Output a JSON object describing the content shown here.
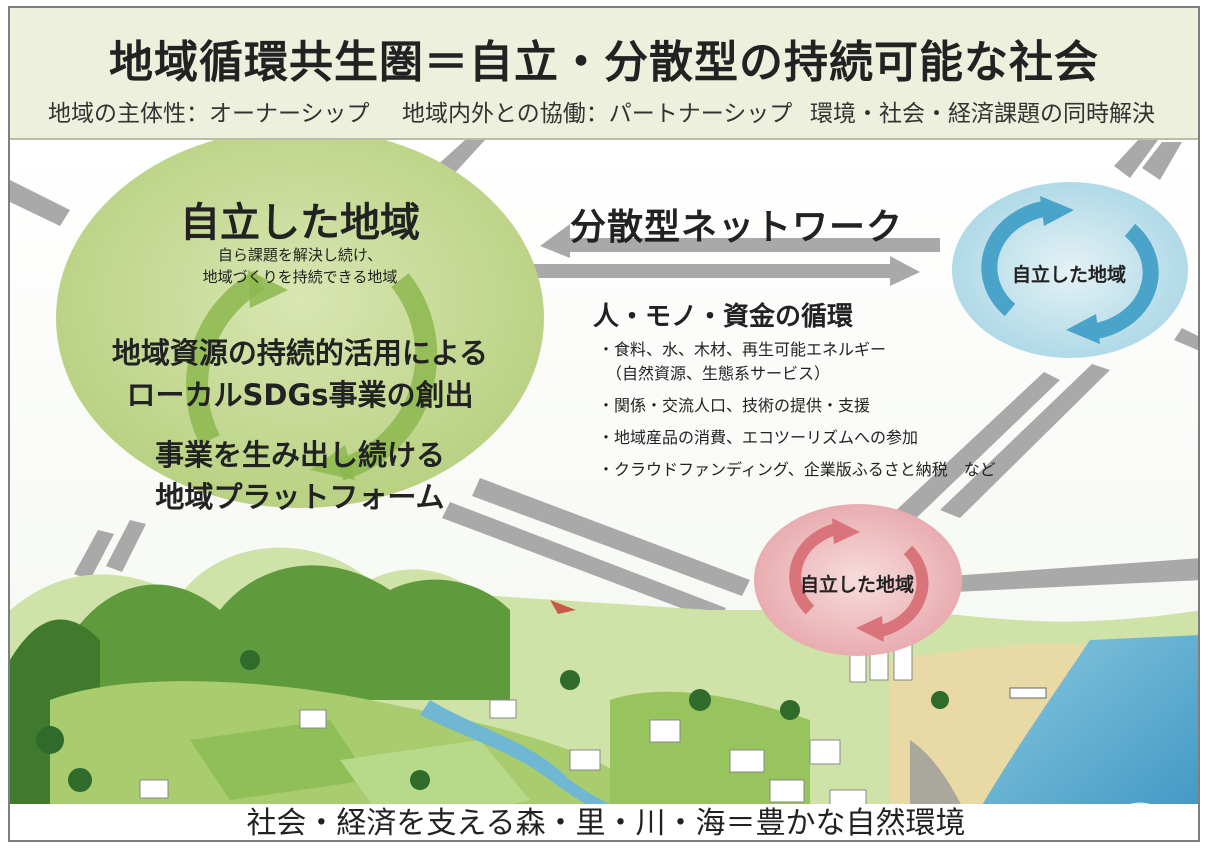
{
  "header": {
    "title": "地域循環共生圏＝自立・分散型の持続可能な社会",
    "subtitles": [
      "地域の主体性：オーナーシップ",
      "地域内外との協働：パートナーシップ",
      "環境・社会・経済課題の同時解決"
    ]
  },
  "left_region": {
    "title": "自立した地域",
    "description": [
      "自ら課題を解決し続け、",
      "地域づくりを持続できる地域"
    ],
    "bold_lines": [
      "地域資源の持続的活用による",
      "ローカルSDGs事業の創出",
      "事業を生み出し続ける",
      "地域プラットフォーム"
    ]
  },
  "network": {
    "title": "分散型ネットワーク"
  },
  "blue_region": {
    "title": "自立した地域"
  },
  "pink_region": {
    "title": "自立した地域"
  },
  "flows": {
    "title": "人・モノ・資金の循環",
    "items": [
      "・食料、水、木材、再生可能エネルギー",
      "（自然資源、生態系サービス）",
      "・関係・交流人口、技術の提供・支援",
      "・地域産品の消費、エコツーリズムへの参加",
      "・クラウドファンディング、企業版ふるさと納税　など"
    ]
  },
  "footer": {
    "caption": "社会・経済を支える森・里・川・海＝豊かな自然環境"
  },
  "colors": {
    "header_bg": "#ecf0dc",
    "left_circle": "#c8d99a",
    "blue_circle": "#bfe0ea",
    "pink_circle": "#ecb5b8",
    "arrow_gray": "#a9a9a9"
  }
}
